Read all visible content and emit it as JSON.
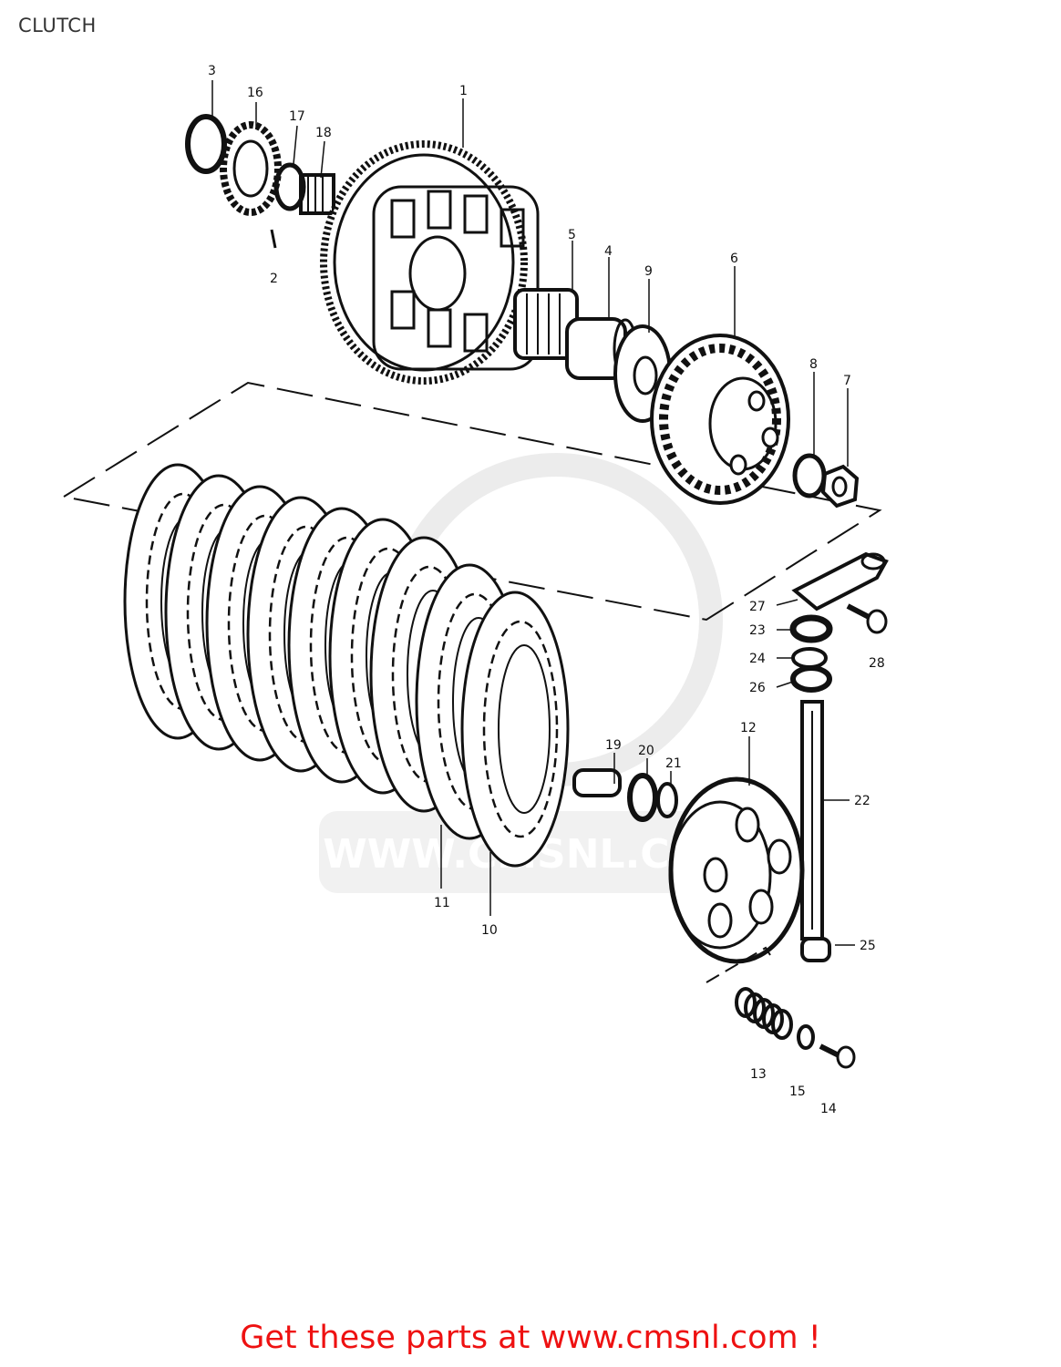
{
  "page": {
    "title": "CLUTCH"
  },
  "watermark": {
    "text": "WWW.CMSNL.COM"
  },
  "footer": {
    "cta": "Get these parts at www.cmsnl.com !"
  },
  "diagram": {
    "callouts": [
      "3",
      "16",
      "17",
      "18",
      "1",
      "2",
      "5",
      "4",
      "9",
      "6",
      "8",
      "7",
      "27",
      "28",
      "23",
      "24",
      "26",
      "12",
      "19",
      "20",
      "21",
      "22",
      "11",
      "10",
      "25",
      "13",
      "15",
      "14"
    ]
  },
  "colors": {
    "line": "#111111",
    "cta": "#ee1111",
    "watermark": "#dddddd"
  }
}
